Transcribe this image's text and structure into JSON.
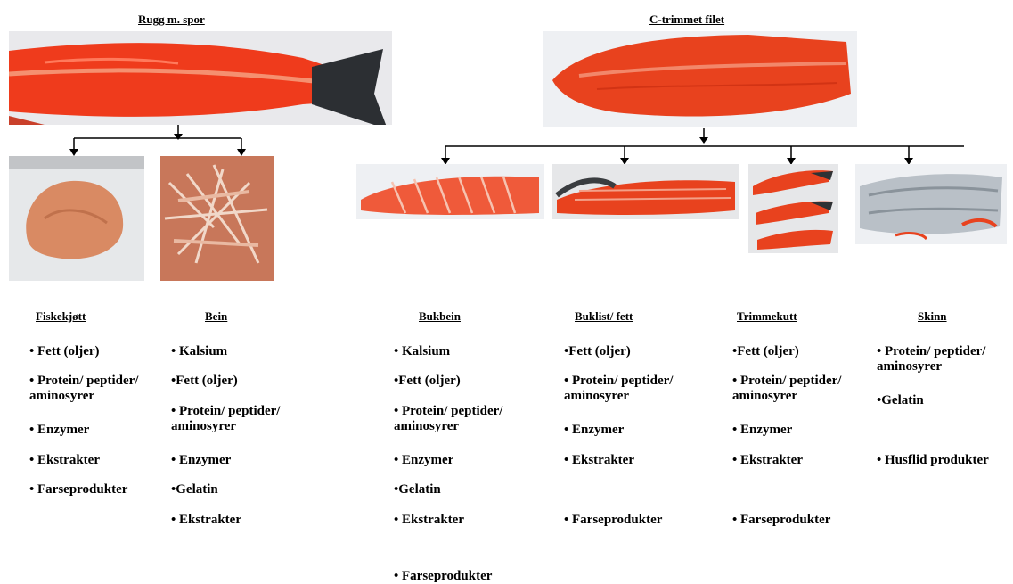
{
  "titles": {
    "left": "Rugg  m. spor",
    "right": "C-trimmet  filet"
  },
  "columns": [
    {
      "heading": "Fiskekjøtt",
      "items": [
        "• Fett (oljer)",
        "• Protein/ peptider/\naminosyrer",
        "• Enzymer",
        "• Ekstrakter",
        "• Farseprodukter"
      ]
    },
    {
      "heading": "Bein",
      "items": [
        "• Kalsium",
        "•Fett (oljer)",
        "• Protein/ peptider/\naminosyrer",
        "• Enzymer",
        "•Gelatin",
        "• Ekstrakter"
      ]
    },
    {
      "heading": "Bukbein",
      "items": [
        "• Kalsium",
        "•Fett (oljer)",
        "• Protein/ peptider/\naminosyrer",
        "• Enzymer",
        "•Gelatin",
        "• Ekstrakter",
        "• Farseprodukter"
      ]
    },
    {
      "heading": "Buklist/ fett",
      "items": [
        "•Fett (oljer)",
        "• Protein/ peptider/\naminosyrer",
        "• Enzymer",
        "• Ekstrakter",
        "• Farseprodukter"
      ]
    },
    {
      "heading": "Trimmekutt",
      "items": [
        "•Fett (oljer)",
        "• Protein/ peptider/\naminosyrer",
        "• Enzymer",
        "• Ekstrakter",
        "• Farseprodukter"
      ]
    },
    {
      "heading": "Skinn",
      "items": [
        "• Protein/ peptider/\naminosyrer",
        "•Gelatin",
        "• Husflid produkter"
      ]
    }
  ],
  "colors": {
    "salmon": "#e8421e",
    "salmon_light": "#f07a55",
    "mince": "#d98a63",
    "background_photo": "#eef0f3"
  }
}
